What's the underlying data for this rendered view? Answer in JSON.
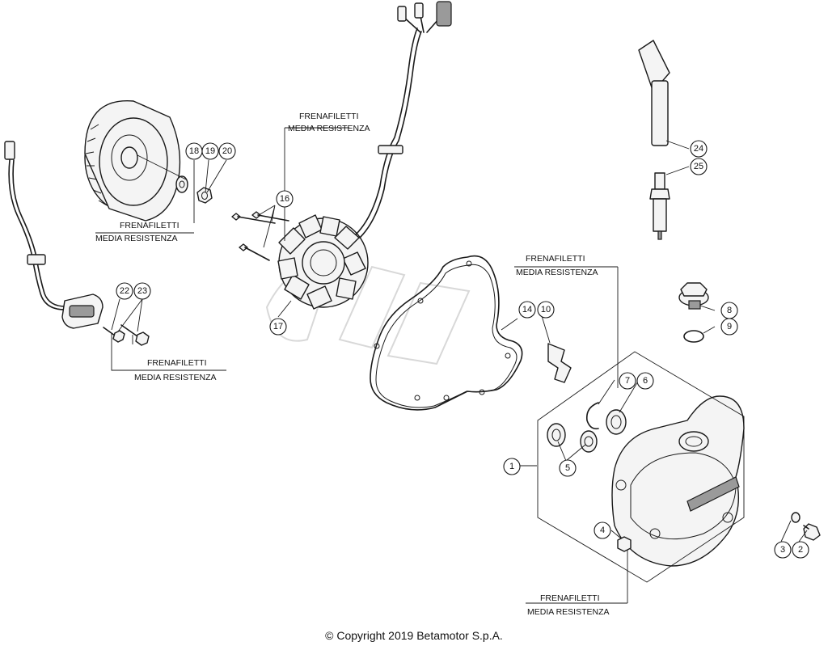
{
  "notes": {
    "line1": "FRENAFILETTI",
    "line2": "MEDIA RESISTENZA"
  },
  "callouts": {
    "c1": "1",
    "c2": "2",
    "c3": "3",
    "c4": "4",
    "c5": "5",
    "c6": "6",
    "c7": "7",
    "c8": "8",
    "c9": "9",
    "c10": "10",
    "c14": "14",
    "c16": "16",
    "c17": "17",
    "c18": "18",
    "c19": "19",
    "c20": "20",
    "c22": "22",
    "c23": "23",
    "c24": "24",
    "c25": "25"
  },
  "copyright": "© Copyright 2019 Betamotor S.p.A."
}
